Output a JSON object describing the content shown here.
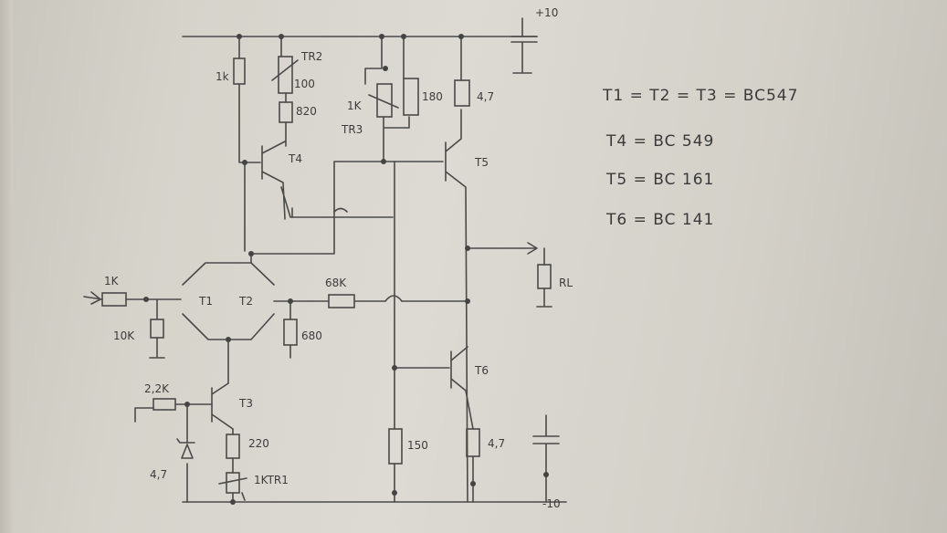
{
  "supply": {
    "positive": "+10",
    "negative": "-10"
  },
  "resistors": {
    "r_1k_top": "1k",
    "tr2": "TR2",
    "r_100": "100",
    "r_820": "820",
    "r_1k_tr3": "1K",
    "tr3": "TR3",
    "r_180": "180",
    "r_4_7_top": "4,7",
    "r_1k_in": "1K",
    "r_10k": "10K",
    "r_68k": "68K",
    "r_680": "680",
    "r_2_2k": "2,2K",
    "r_220": "220",
    "r_1k_tr1": "1KTR1",
    "r_150": "150",
    "r_4_7_bottom": "4,7",
    "zener": "4,7",
    "load": "RL"
  },
  "transistors": {
    "t1": "T1",
    "t2": "T2",
    "t3": "T3",
    "t4": "T4",
    "t5": "T5",
    "t6": "T6"
  },
  "notes": [
    "T1 = T2 = T3 = BC547",
    "T4 = BC 549",
    "T5 = BC 161",
    "T6 = BC 141"
  ]
}
